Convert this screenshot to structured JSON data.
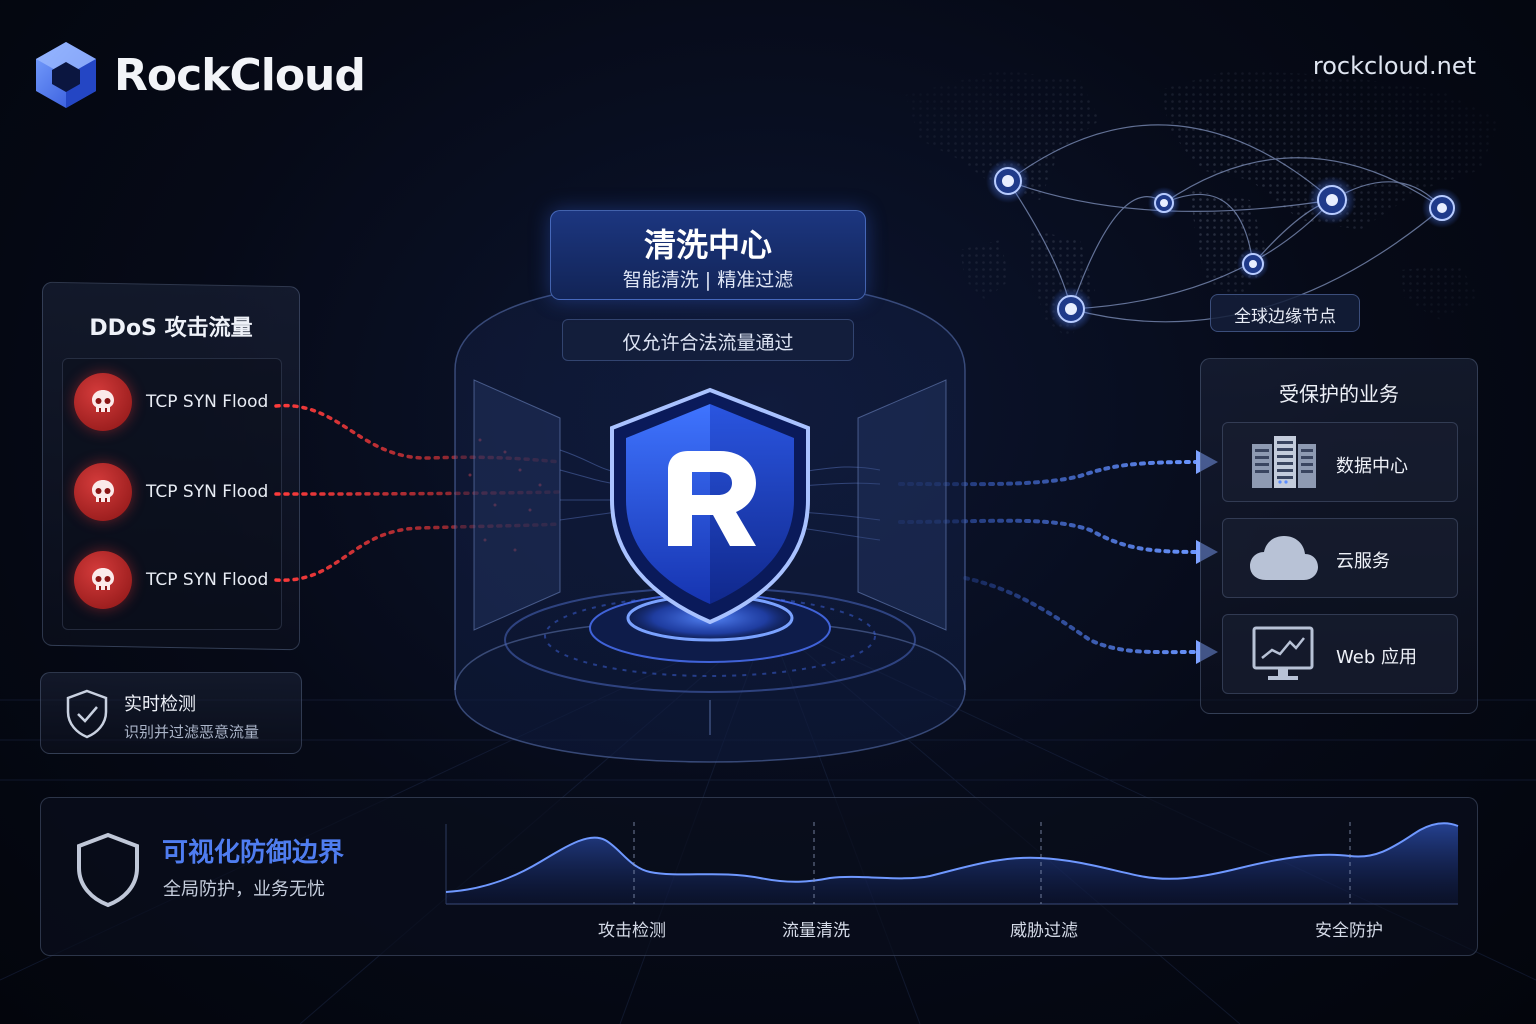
{
  "header": {
    "brand_name": "RockCloud",
    "url": "rockcloud.net"
  },
  "attack": {
    "title": "DDoS 攻击流量",
    "items": [
      {
        "label": "TCP SYN Flood",
        "icon": "skull-icon"
      },
      {
        "label": "TCP SYN Flood",
        "icon": "skull-icon"
      },
      {
        "label": "TCP SYN Flood",
        "icon": "skull-icon"
      }
    ]
  },
  "detect": {
    "title": "实时检测",
    "subtitle": "识别并过滤恶意流量",
    "icon": "shield-check-icon"
  },
  "center": {
    "title": "清洗中心",
    "subtitle": "智能清洗 | 精准过滤",
    "allow_text": "仅允许合法流量通过",
    "shield_icon": "rockcloud-shield-icon"
  },
  "global": {
    "node_label": "全球边缘节点"
  },
  "protected": {
    "title": "受保护的业务",
    "services": [
      {
        "label": "数据中心",
        "icon": "server-icon"
      },
      {
        "label": "云服务",
        "icon": "cloud-icon"
      },
      {
        "label": "Web 应用",
        "icon": "monitor-chart-icon"
      }
    ]
  },
  "bottom": {
    "title": "可视化防御边界",
    "subtitle": "全局防护，业务无忧",
    "stages": [
      "攻击检测",
      "流量清洗",
      "威胁过滤",
      "安全防护"
    ]
  },
  "colors": {
    "accent_blue": "#3d6df2",
    "attack_red": "#e03a3a",
    "title_blue": "#4f7df0",
    "background": "#060a17"
  }
}
